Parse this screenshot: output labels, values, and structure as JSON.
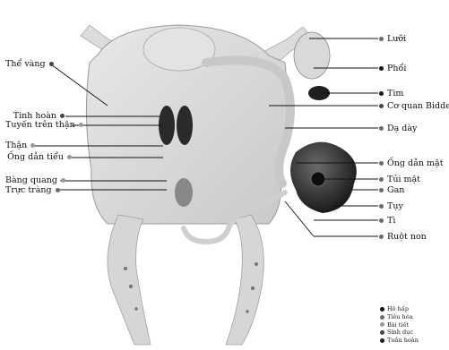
{
  "labels_right": [
    {
      "id": "luoi",
      "text": "Lưỡi",
      "dot": "#6b6b6b"
    },
    {
      "id": "phoi",
      "text": "Phổi",
      "dot": "#111111"
    },
    {
      "id": "tim",
      "text": "Tim",
      "dot": "#111111"
    },
    {
      "id": "coquan",
      "text": "Cơ quan Bidder",
      "dot": "#444444"
    },
    {
      "id": "daday",
      "text": "Dạ dày",
      "dot": "#6b6b6b"
    },
    {
      "id": "ongdanmat",
      "text": "Ống dẫn mật",
      "dot": "#6b6b6b"
    },
    {
      "id": "tuimat",
      "text": "Túi mật",
      "dot": "#6b6b6b"
    },
    {
      "id": "gan",
      "text": "Gan",
      "dot": "#6b6b6b"
    },
    {
      "id": "tuy",
      "text": "Tụy",
      "dot": "#6b6b6b"
    },
    {
      "id": "ti",
      "text": "Tì",
      "dot": "#6b6b6b"
    },
    {
      "id": "ruotnon",
      "text": "Ruột non",
      "dot": "#6b6b6b"
    }
  ],
  "labels_left": [
    {
      "id": "thevang",
      "text": "Thể vàng",
      "dot": "#444444"
    },
    {
      "id": "tinhhoan",
      "text": "Tinh hoàn",
      "dot": "#444444"
    },
    {
      "id": "tuyentren",
      "text": "Tuyến trên thận",
      "dot": "#9a9a9a"
    },
    {
      "id": "than",
      "text": "Thận",
      "dot": "#9a9a9a"
    },
    {
      "id": "ongdantieu",
      "text": "Ống dẫn tiểu",
      "dot": "#9a9a9a"
    },
    {
      "id": "bangquang",
      "text": "Bàng quang",
      "dot": "#9a9a9a"
    },
    {
      "id": "tructrang",
      "text": "Trực tràng",
      "dot": "#6b6b6b"
    }
  ],
  "legend": [
    {
      "text": "Hô hấp",
      "color": "#111111"
    },
    {
      "text": "Tiêu hóa",
      "color": "#6b6b6b"
    },
    {
      "text": "Bài tiết",
      "color": "#9a9a9a"
    },
    {
      "text": "Sinh dục",
      "color": "#444444"
    },
    {
      "text": "Tuần hoàn",
      "color": "#222222"
    }
  ]
}
